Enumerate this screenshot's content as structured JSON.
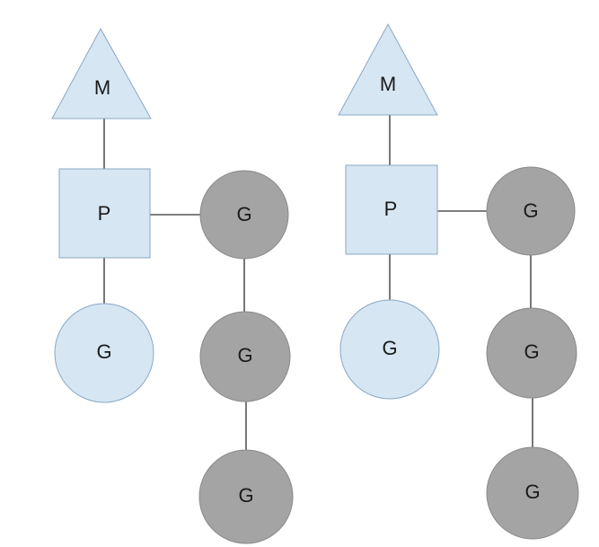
{
  "colors": {
    "light_fill": "#d6e6f2",
    "dark_fill": "#a4a4a4",
    "edge": "#555555"
  },
  "left_group": {
    "machine_label": "M",
    "processor_label": "P",
    "running_g_label": "G",
    "queue": [
      "G",
      "G",
      "G"
    ]
  },
  "right_group": {
    "machine_label": "M",
    "processor_label": "P",
    "running_g_label": "G",
    "queue": [
      "G",
      "G",
      "G"
    ]
  }
}
